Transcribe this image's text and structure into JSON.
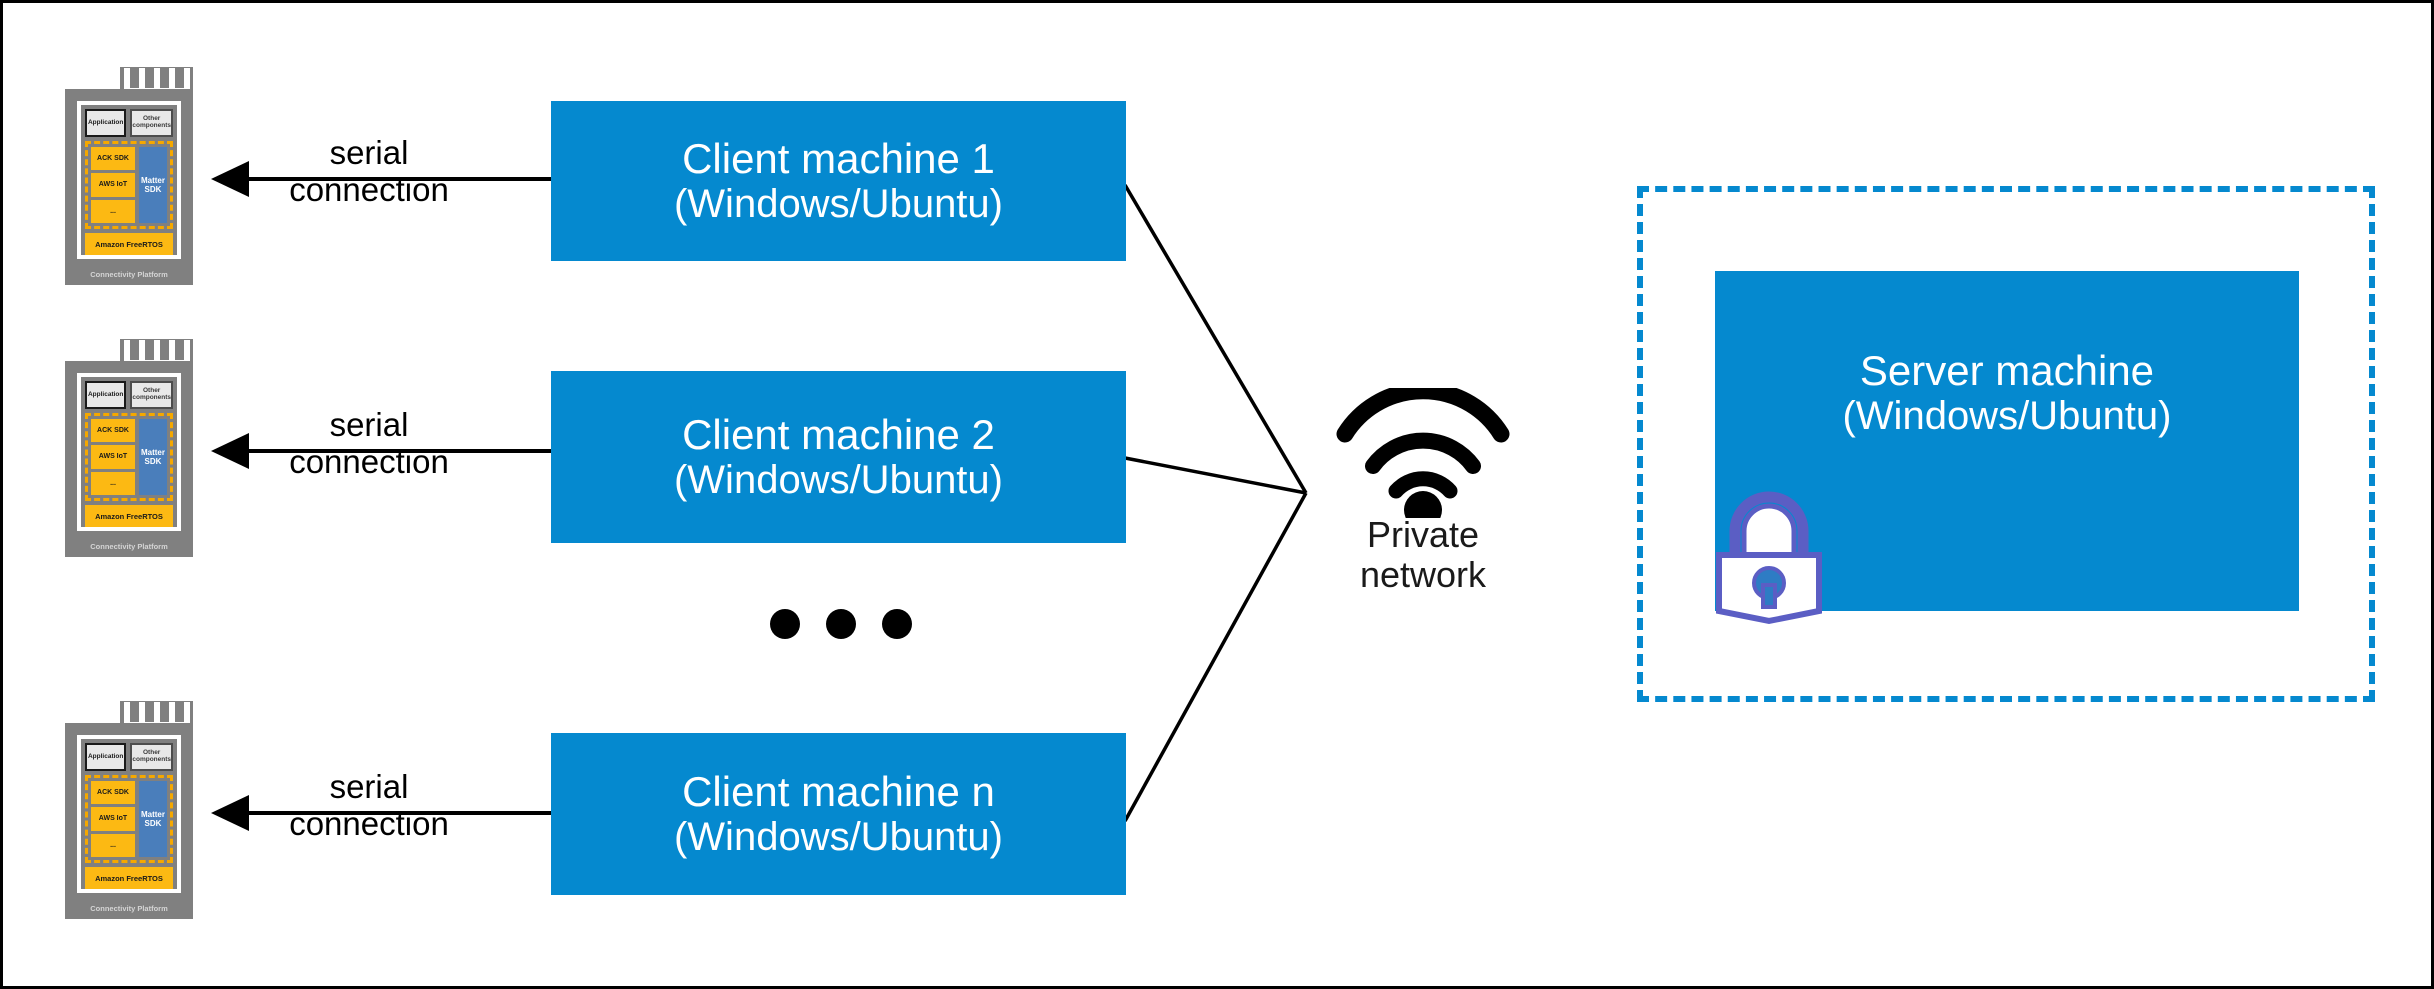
{
  "diagram": {
    "title": "Client-server test setup over private network",
    "colors": {
      "machine_blue": "#0589cf",
      "device_gray": "#808080",
      "sdk_yellow": "#fcb913",
      "matter_blue": "#4a7ebb",
      "line_black": "#000000",
      "lock_outline": "#5b5ec4"
    },
    "devices": [
      {
        "top_boxes": [
          "Application",
          "Other components"
        ],
        "stack": [
          "ACK SDK",
          "AWS IoT",
          "..."
        ],
        "matter": "Matter SDK",
        "os": "Amazon FreeRTOS",
        "platform": "Connectivity Platform"
      },
      {
        "top_boxes": [
          "Application",
          "Other components"
        ],
        "stack": [
          "ACK SDK",
          "AWS IoT",
          "..."
        ],
        "matter": "Matter SDK",
        "os": "Amazon FreeRTOS",
        "platform": "Connectivity Platform"
      },
      {
        "top_boxes": [
          "Application",
          "Other components"
        ],
        "stack": [
          "ACK SDK",
          "AWS IoT",
          "..."
        ],
        "matter": "Matter SDK",
        "os": "Amazon FreeRTOS",
        "platform": "Connectivity Platform"
      }
    ],
    "connections": [
      {
        "label_top": "serial",
        "label_bottom": "connection",
        "direction": "left"
      },
      {
        "label_top": "serial",
        "label_bottom": "connection",
        "direction": "left"
      },
      {
        "label_top": "serial",
        "label_bottom": "connection",
        "direction": "left"
      }
    ],
    "clients": [
      {
        "name": "Client machine 1",
        "os": "(Windows/Ubuntu)"
      },
      {
        "name": "Client machine 2",
        "os": "(Windows/Ubuntu)"
      },
      {
        "name": "Client machine n",
        "os": "(Windows/Ubuntu)"
      }
    ],
    "ellipsis_dots": 3,
    "network": {
      "icon": "wifi-icon",
      "label_line1": "Private",
      "label_line2": "network"
    },
    "server": {
      "name": "Server machine",
      "os": "(Windows/Ubuntu)",
      "security_icon": "lock-icon",
      "boundary_style": "dashed"
    }
  }
}
